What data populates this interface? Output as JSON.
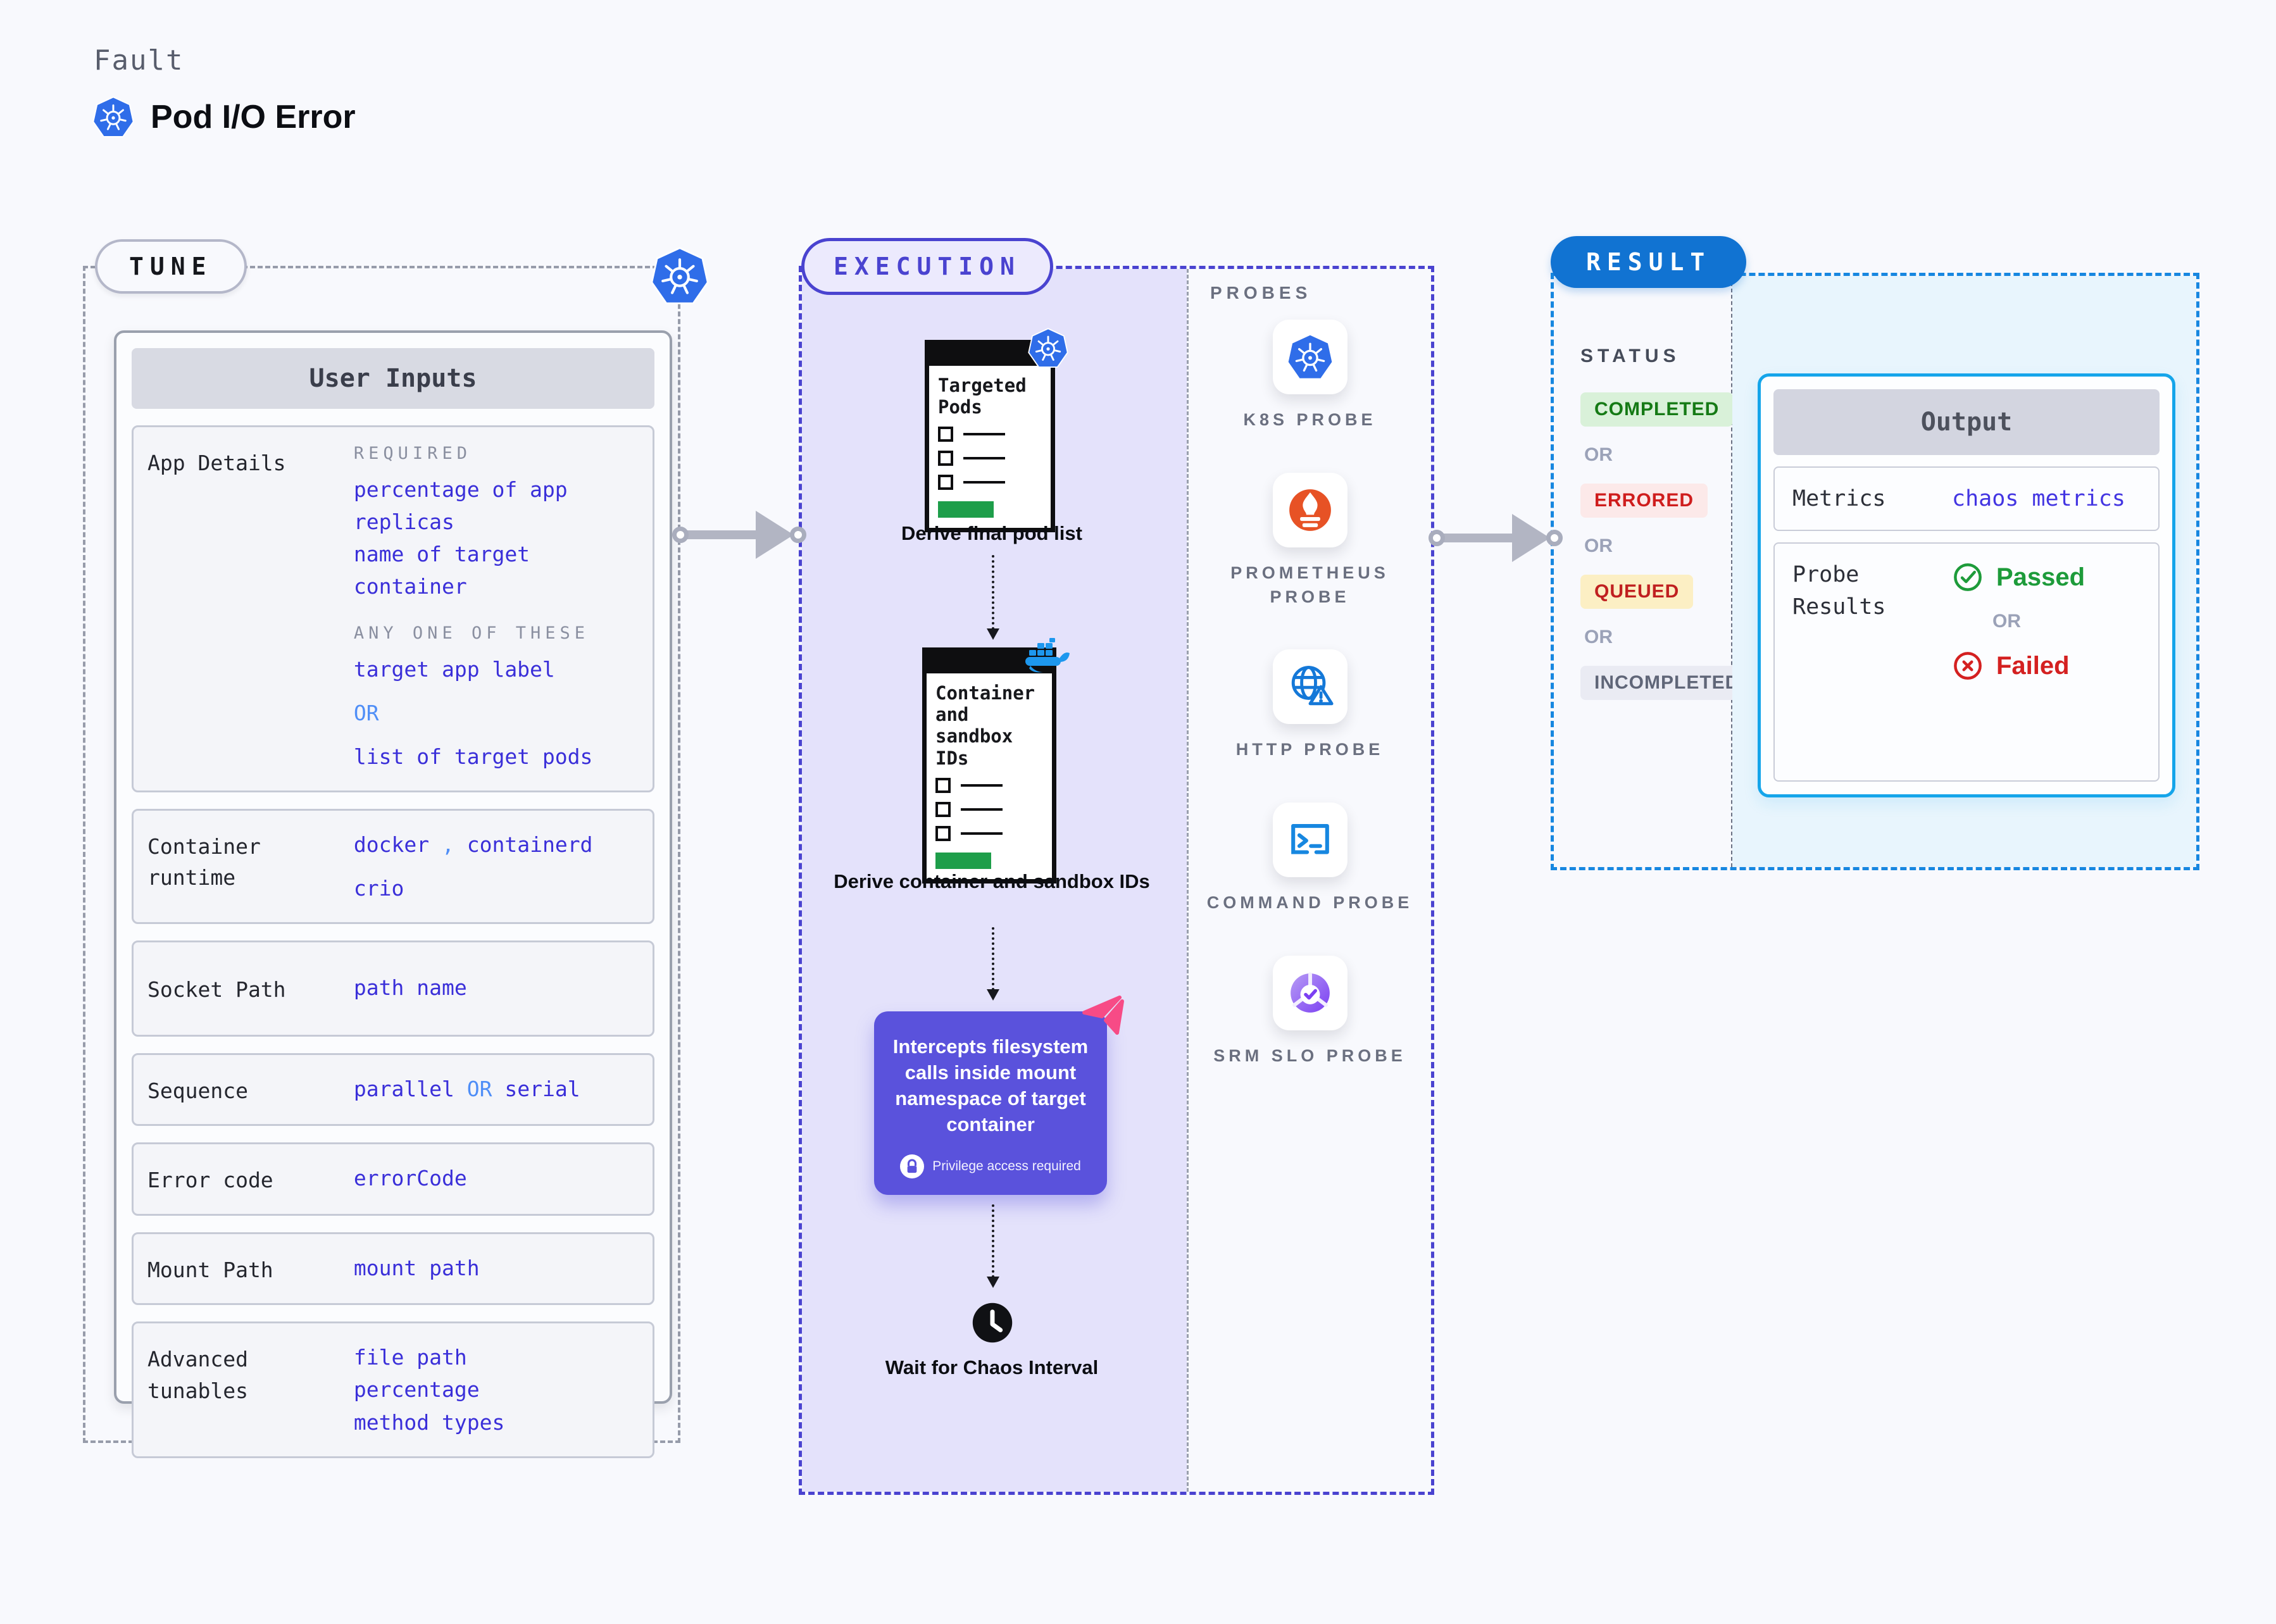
{
  "header": {
    "eyebrow": "Fault",
    "title": "Pod I/O Error",
    "title_icon": "kubernetes-icon"
  },
  "tune": {
    "pill": "TUNE",
    "card_title": "User Inputs",
    "rows": {
      "app_details": {
        "label": "App Details",
        "required_tag": "REQUIRED",
        "req_value_1": "percentage of app replicas",
        "req_value_2": "name of target container",
        "any_one_tag": "ANY ONE OF THESE",
        "option_a": "target app label",
        "or": "OR",
        "option_b": "list of target pods"
      },
      "container_runtime": {
        "label": "Container runtime",
        "value_1": "docker",
        "separator": ",",
        "value_2": "containerd",
        "value_3": "crio"
      },
      "socket_path": {
        "label": "Socket Path",
        "value": "path name"
      },
      "sequence": {
        "label": "Sequence",
        "value_1": "parallel",
        "or": "OR",
        "value_2": "serial"
      },
      "error_code": {
        "label": "Error code",
        "value": "errorCode"
      },
      "mount_path": {
        "label": "Mount Path",
        "value": "mount path"
      },
      "advanced_tunables": {
        "label": "Advanced tunables",
        "value_1": "file path",
        "value_2": "percentage",
        "value_3": "method types"
      }
    }
  },
  "execution": {
    "pill": "EXECUTION",
    "steps": {
      "step1": {
        "icon": "kubernetes-icon",
        "doc_title": "Targeted Pods",
        "caption": "Derive final pod list"
      },
      "step2": {
        "icon": "docker-icon",
        "doc_title": "Container and sandbox IDs",
        "caption": "Derive container and sandbox IDs"
      },
      "step3": {
        "icon": "chaos-pink-icon",
        "text": "Intercepts filesystem calls inside mount namespace of target container",
        "badge_icon": "lock-icon",
        "badge_text": "Privilege access required"
      },
      "step4": {
        "icon": "clock-icon",
        "caption": "Wait for Chaos Interval"
      }
    },
    "probes": {
      "title": "PROBES",
      "items": [
        {
          "icon": "kubernetes-icon",
          "label": "K8S PROBE"
        },
        {
          "icon": "prometheus-icon",
          "label": "PROMETHEUS PROBE"
        },
        {
          "icon": "http-globe-icon",
          "label": "HTTP PROBE"
        },
        {
          "icon": "terminal-icon",
          "label": "COMMAND PROBE"
        },
        {
          "icon": "srm-slo-icon",
          "label": "SRM SLO PROBE"
        }
      ]
    }
  },
  "result": {
    "pill": "RESULT",
    "status": {
      "title": "STATUS",
      "badges": [
        "COMPLETED",
        "ERRORED",
        "QUEUED",
        "INCOMPLETED"
      ],
      "separator": "OR"
    },
    "output": {
      "title": "Output",
      "metrics_label": "Metrics",
      "metrics_value": "chaos metrics",
      "probe_results_label": "Probe Results",
      "passed": "Passed",
      "or": "OR",
      "failed": "Failed"
    }
  },
  "colors": {
    "page_background": "#f8f9fd",
    "kubernetes_blue": "#326de6",
    "tune_dash_gray": "#979caa",
    "value_blue": "#3a2fd9",
    "value_light_blue": "#4f8ef7",
    "execution_indigo": "#4a43d0",
    "lavender_panel": "#e4e2fb",
    "intercept_purple": "#5a52dc",
    "clipboard_green": "#1e9e4a",
    "docker_blue": "#1d97ee",
    "prometheus_orange": "#e75225",
    "pink_badge": "#f74b86",
    "result_blue": "#1173d2",
    "result_dash_blue": "#1787e0",
    "output_border_cyan": "#15a5ea",
    "result_fill_cyan": "#e8f5fd",
    "passed_green": "#1d9b3a",
    "failed_red": "#d42020",
    "completed_bg": "#d9f1d9",
    "errored_bg": "#fce9e9",
    "queued_bg": "#fcefc4",
    "incompleted_bg": "#eaebf3"
  }
}
